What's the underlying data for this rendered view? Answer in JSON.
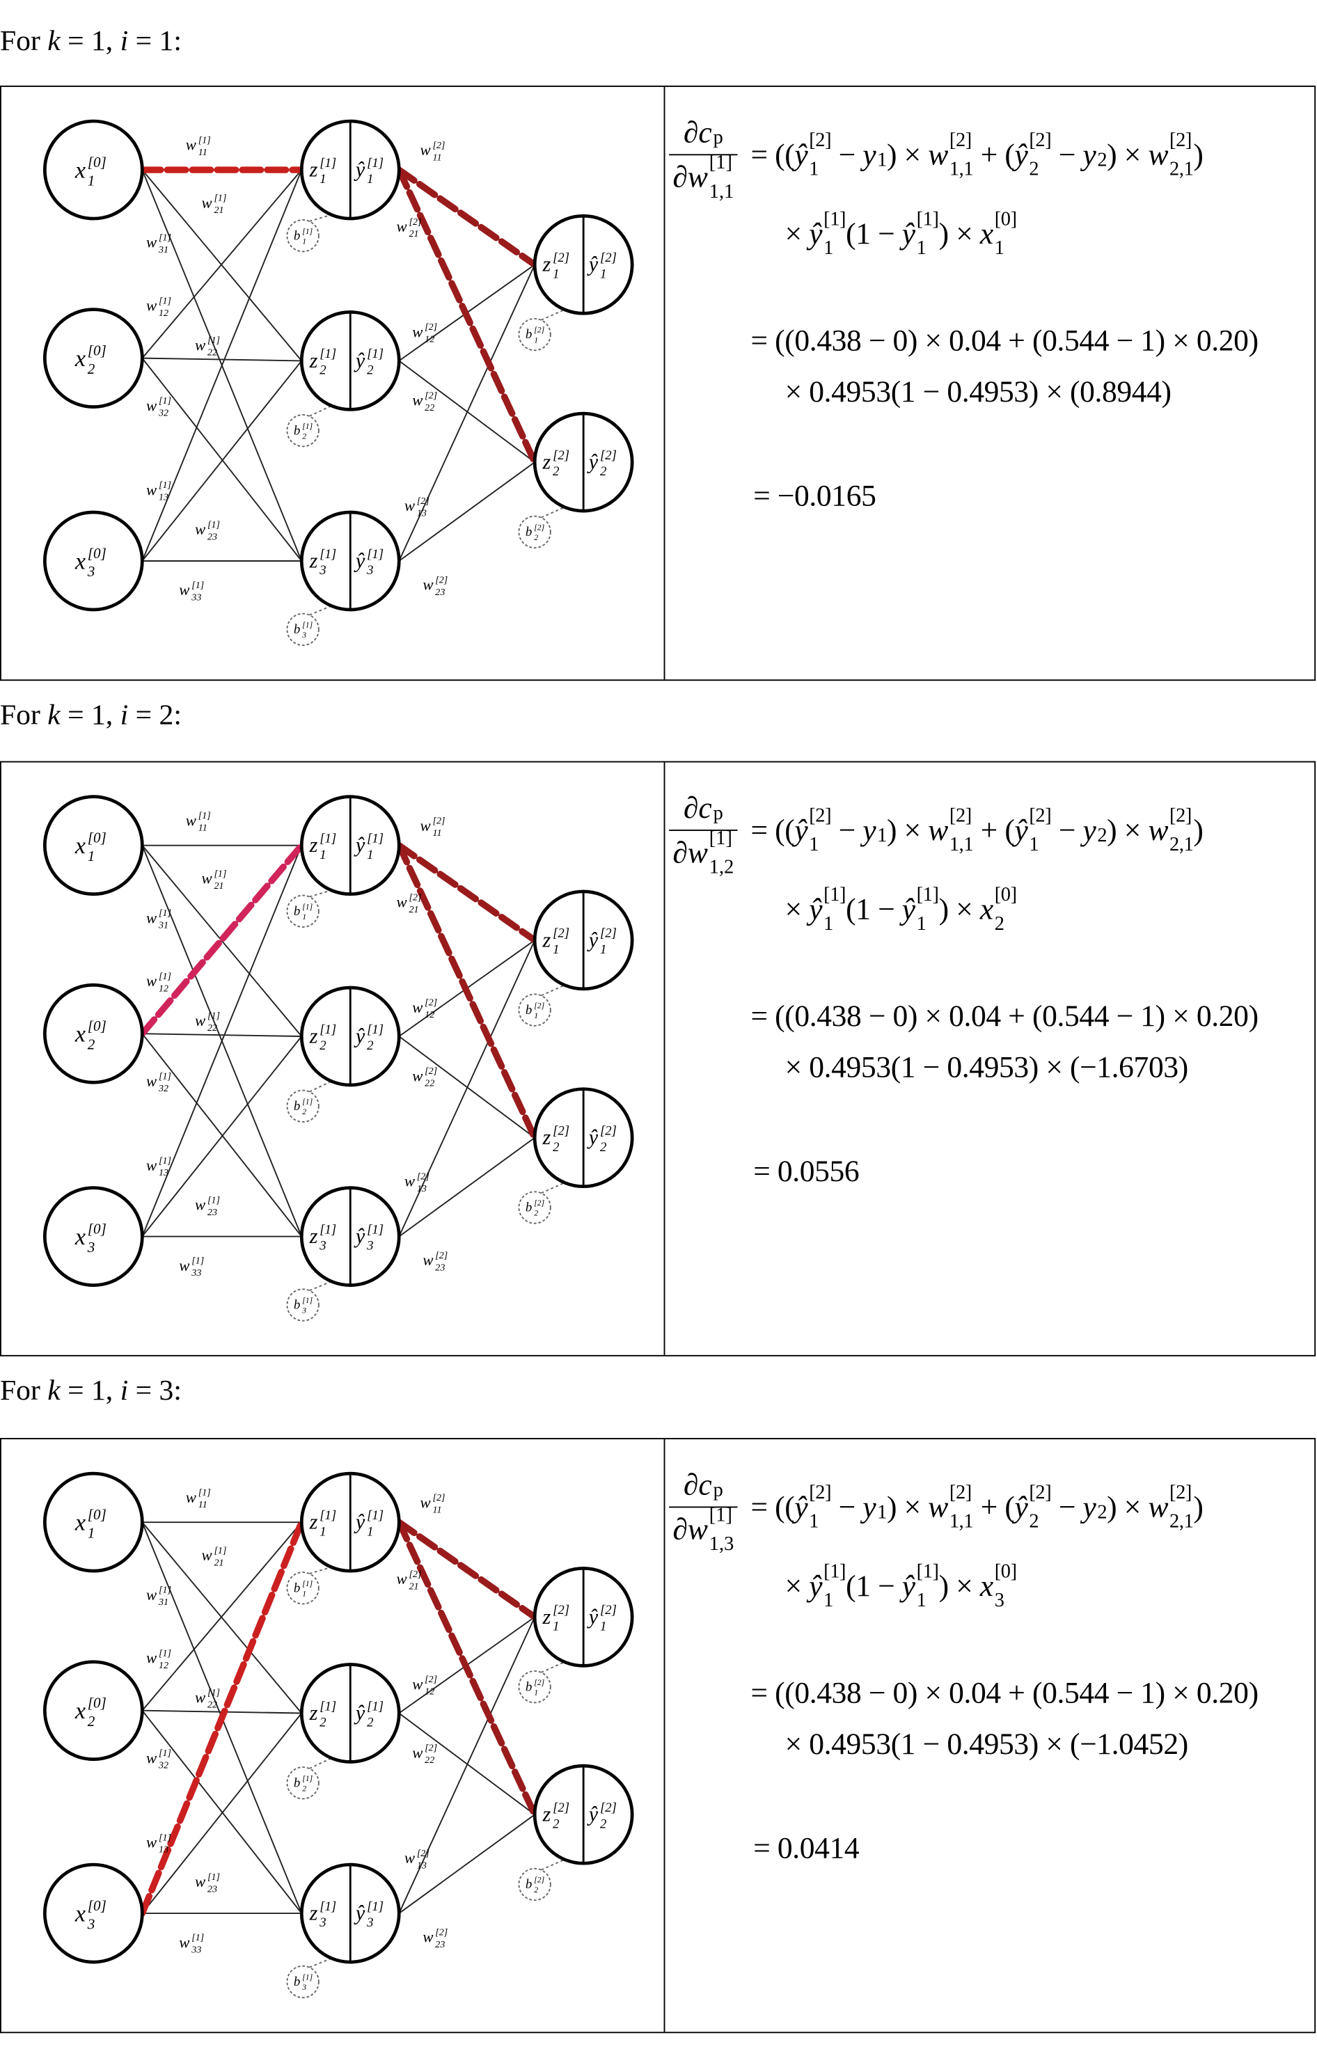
{
  "diagram": {
    "input_nodes": [
      {
        "b": "x",
        "sub": "1",
        "sup": "[0]"
      },
      {
        "b": "x",
        "sub": "2",
        "sup": "[0]"
      },
      {
        "b": "x",
        "sub": "3",
        "sup": "[0]"
      }
    ],
    "hidden_nodes": [
      {
        "z": {
          "b": "z",
          "sub": "1",
          "sup": "[1]"
        },
        "y": {
          "b": "ŷ",
          "sub": "1",
          "sup": "[1]"
        }
      },
      {
        "z": {
          "b": "z",
          "sub": "2",
          "sup": "[1]"
        },
        "y": {
          "b": "ŷ",
          "sub": "2",
          "sup": "[1]"
        }
      },
      {
        "z": {
          "b": "z",
          "sub": "3",
          "sup": "[1]"
        },
        "y": {
          "b": "ŷ",
          "sub": "3",
          "sup": "[1]"
        }
      }
    ],
    "output_nodes": [
      {
        "z": {
          "b": "z",
          "sub": "1",
          "sup": "[2]"
        },
        "y": {
          "b": "ŷ",
          "sub": "1",
          "sup": "[2]"
        }
      },
      {
        "z": {
          "b": "z",
          "sub": "2",
          "sup": "[2]"
        },
        "y": {
          "b": "ŷ",
          "sub": "2",
          "sup": "[2]"
        }
      }
    ],
    "biases": [
      {
        "b": "b",
        "sub": "1",
        "sup": "[1]"
      },
      {
        "b": "b",
        "sub": "2",
        "sup": "[1]"
      },
      {
        "b": "b",
        "sub": "3",
        "sup": "[1]"
      },
      {
        "b": "b",
        "sub": "1",
        "sup": "[2]"
      },
      {
        "b": "b",
        "sub": "2",
        "sup": "[2]"
      }
    ],
    "edge_labels": [
      {
        "b": "w",
        "sub": "11",
        "sup": "[1]"
      },
      {
        "b": "w",
        "sub": "21",
        "sup": "[1]"
      },
      {
        "b": "w",
        "sub": "31",
        "sup": "[1]"
      },
      {
        "b": "w",
        "sub": "12",
        "sup": "[1]"
      },
      {
        "b": "w",
        "sub": "22",
        "sup": "[1]"
      },
      {
        "b": "w",
        "sub": "32",
        "sup": "[1]"
      },
      {
        "b": "w",
        "sub": "13",
        "sup": "[1]"
      },
      {
        "b": "w",
        "sub": "23",
        "sup": "[1]"
      },
      {
        "b": "w",
        "sub": "33",
        "sup": "[1]"
      },
      {
        "b": "w",
        "sub": "11",
        "sup": "[2]"
      },
      {
        "b": "w",
        "sub": "21",
        "sup": "[2]"
      },
      {
        "b": "w",
        "sub": "12",
        "sup": "[2]"
      },
      {
        "b": "w",
        "sub": "22",
        "sup": "[2]"
      },
      {
        "b": "w",
        "sub": "13",
        "sup": "[2]"
      },
      {
        "b": "w",
        "sub": "23",
        "sup": "[2]"
      }
    ]
  },
  "panels": [
    {
      "heading": [
        "For ",
        "k",
        " = 1, ",
        "i",
        " = 1:"
      ],
      "highlight_input": 0,
      "input_edge_color": "#c8201c",
      "output_edge_color": "#9a1b1b",
      "formula": {
        "num": {
          "b": "∂c",
          "sub": "p",
          "sup": ""
        },
        "den": {
          "b": "∂w",
          "sub": "1,1",
          "sup": "[1]"
        },
        "line1": [
          "= ((",
          {
            "b": "ŷ",
            "sub": "1",
            "sup": "[2]"
          },
          " − ",
          {
            "b": "y",
            "sub": "1",
            "sup": ""
          },
          ") × ",
          {
            "b": "w",
            "sub": "1,1",
            "sup": "[2]"
          },
          " + (",
          {
            "b": "ŷ",
            "sub": "2",
            "sup": "[2]"
          },
          " − ",
          {
            "b": "y",
            "sub": "2",
            "sup": ""
          },
          ") × ",
          {
            "b": "w",
            "sub": "2,1",
            "sup": "[2]"
          },
          ")"
        ],
        "line2": [
          "× ",
          {
            "b": "ŷ",
            "sub": "1",
            "sup": "[1]"
          },
          "(1 − ",
          {
            "b": "ŷ",
            "sub": "1",
            "sup": "[1]"
          },
          ") × ",
          {
            "b": "x",
            "sub": "1",
            "sup": "[0]"
          }
        ],
        "line3": "=  ((0.438 − 0) × 0.04 + (0.544 − 1) × 0.20)",
        "line4": "× 0.4953(1 − 0.4953) × (0.8944)",
        "result": "= −0.0165"
      }
    },
    {
      "heading": [
        "For ",
        "k",
        " = 1, ",
        "i",
        " = 2:"
      ],
      "highlight_input": 1,
      "input_edge_color": "#d0245a",
      "output_edge_color": "#9a1b1b",
      "formula": {
        "num": {
          "b": "∂c",
          "sub": "p",
          "sup": ""
        },
        "den": {
          "b": "∂w",
          "sub": "1,2",
          "sup": "[1]"
        },
        "line1": [
          "= ((",
          {
            "b": "ŷ",
            "sub": "1",
            "sup": "[2]"
          },
          " − ",
          {
            "b": "y",
            "sub": "1",
            "sup": ""
          },
          ") × ",
          {
            "b": "w",
            "sub": "1,1",
            "sup": "[2]"
          },
          " + (",
          {
            "b": "ŷ",
            "sub": "1",
            "sup": "[2]"
          },
          " − ",
          {
            "b": "y",
            "sub": "2",
            "sup": ""
          },
          ") × ",
          {
            "b": "w",
            "sub": "2,1",
            "sup": "[2]"
          },
          ")"
        ],
        "line2": [
          "× ",
          {
            "b": "ŷ",
            "sub": "1",
            "sup": "[1]"
          },
          "(1 − ",
          {
            "b": "ŷ",
            "sub": "1",
            "sup": "[1]"
          },
          ") × ",
          {
            "b": "x",
            "sub": "2",
            "sup": "[0]"
          }
        ],
        "line3": "=  ((0.438 − 0) × 0.04 + (0.544 − 1) × 0.20)",
        "line4": "× 0.4953(1 − 0.4953) × (−1.6703)",
        "result": "= 0.0556"
      }
    },
    {
      "heading": [
        "For ",
        "k",
        " = 1, ",
        "i",
        " = 3:"
      ],
      "highlight_input": 2,
      "input_edge_color": "#cc2020",
      "output_edge_color": "#9a1b1b",
      "formula": {
        "num": {
          "b": "∂c",
          "sub": "p",
          "sup": ""
        },
        "den": {
          "b": "∂w",
          "sub": "1,3",
          "sup": "[1]"
        },
        "line1": [
          "= ((",
          {
            "b": "ŷ",
            "sub": "1",
            "sup": "[2]"
          },
          " − ",
          {
            "b": "y",
            "sub": "1",
            "sup": ""
          },
          ") × ",
          {
            "b": "w",
            "sub": "1,1",
            "sup": "[2]"
          },
          " + (",
          {
            "b": "ŷ",
            "sub": "2",
            "sup": "[2]"
          },
          " − ",
          {
            "b": "y",
            "sub": "2",
            "sup": ""
          },
          ") × ",
          {
            "b": "w",
            "sub": "2,1",
            "sup": "[2]"
          },
          ")"
        ],
        "line2": [
          "× ",
          {
            "b": "ŷ",
            "sub": "1",
            "sup": "[1]"
          },
          "(1 − ",
          {
            "b": "ŷ",
            "sub": "1",
            "sup": "[1]"
          },
          ") × ",
          {
            "b": "x",
            "sub": "3",
            "sup": "[0]"
          }
        ],
        "line3": "=  ((0.438 − 0) × 0.04 + (0.544 − 1) × 0.20)",
        "line4": "× 0.4953(1 − 0.4953) × (−1.0452)",
        "result": "= 0.0414"
      }
    }
  ]
}
